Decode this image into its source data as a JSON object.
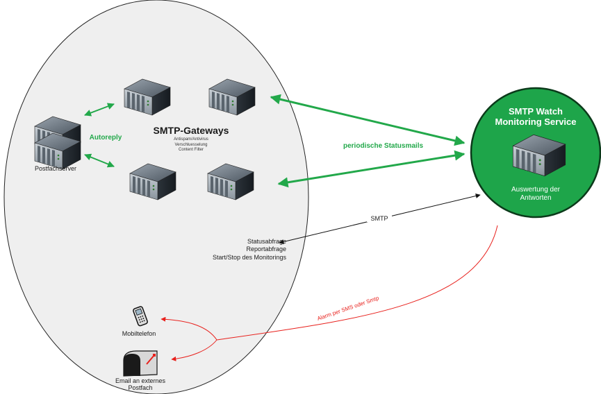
{
  "gateways": {
    "title": "SMTP-Gateways",
    "features": [
      "Antispam/Antivirus",
      "Verschluesselung",
      "Content Filter"
    ]
  },
  "postfachserver": {
    "label": "Postfachserver"
  },
  "autoreply": {
    "label": "Autoreply"
  },
  "statusmails": {
    "label": "periodische Statusmails"
  },
  "service": {
    "title_line1": "SMTP Watch",
    "title_line2": "Monitoring Service",
    "caption_line1": "Auswertung der",
    "caption_line2": "Antworten"
  },
  "smtp": {
    "label": "SMTP"
  },
  "queries": {
    "lines": [
      "Statusabfrage",
      "Reportabfrage",
      "Start/Stop des Monitorings"
    ]
  },
  "alarm": {
    "label": "Alarm per SMS oder Smtp"
  },
  "mobile": {
    "label": "Mobiltelefon"
  },
  "mailbox": {
    "line1": "Email an externes",
    "line2": "Postfach"
  },
  "colors": {
    "green": "#22a84a",
    "red": "#e8201c",
    "circle_fill": "#1ea54a",
    "ellipse_fill": "#efefef"
  }
}
